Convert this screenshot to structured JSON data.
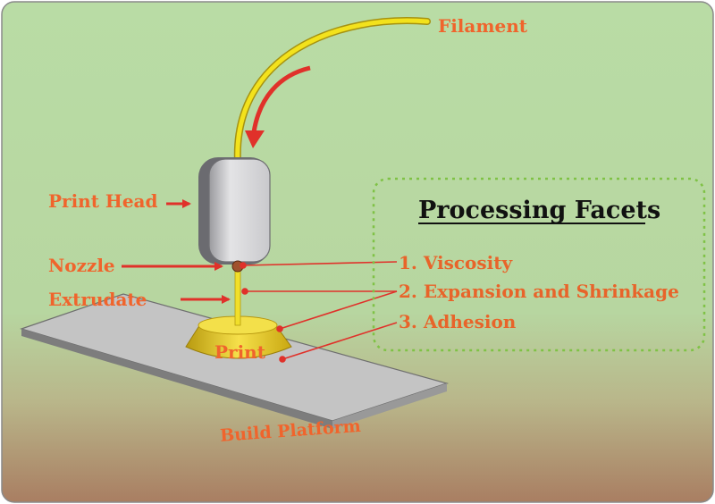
{
  "labels": {
    "filament": "Filament",
    "print_head": "Print Head",
    "nozzle": "Nozzle",
    "extrudate": "Extrudate",
    "print": "Print",
    "build_platform": "Build Platform"
  },
  "facets": {
    "title": "Processing Facets",
    "items": [
      "1. Viscosity",
      "2. Expansion and Shrinkage",
      "3. Adhesion"
    ]
  },
  "colors": {
    "bg_top": "#b9dca5",
    "bg_bottom": "#a97e62",
    "label_orange": "#f0642c",
    "arrow_red": "#e0312a",
    "filament_yellow": "#f3e21c",
    "print_gold": "#e8c81a",
    "head_gray": "#d8d8da",
    "platform_gray": "#bfbfbf",
    "dashed_green": "#7fc245"
  }
}
